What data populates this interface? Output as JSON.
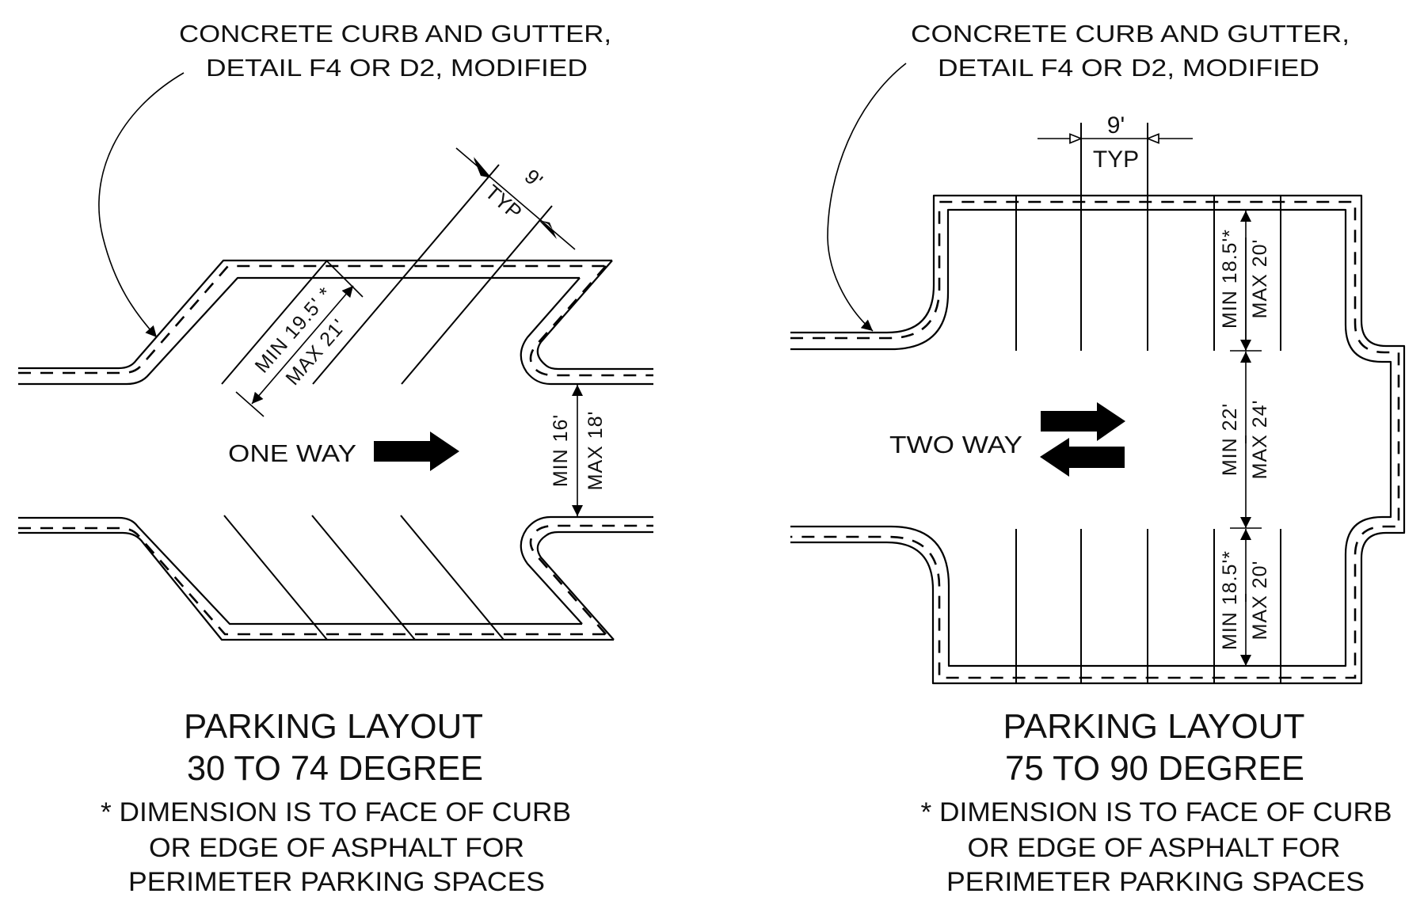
{
  "left_layout": {
    "callout_line1": "CONCRETE CURB AND GUTTER,",
    "callout_line2": "DETAIL F4 OR D2, MODIFIED",
    "stall_width": "9'",
    "stall_width_note": "TYP",
    "stall_depth_min": "MIN 19.5' *",
    "stall_depth_max": "MAX 21'",
    "aisle_min": "MIN 16'",
    "aisle_max": "MAX 18'",
    "traffic_label": "ONE WAY",
    "traffic_icon": "arrow-right-icon",
    "title_line1": "PARKING LAYOUT",
    "title_line2": "30 TO 74 DEGREE",
    "note_line1": "* DIMENSION IS TO FACE OF CURB",
    "note_line2": "OR EDGE OF ASPHALT FOR",
    "note_line3": "PERIMETER PARKING SPACES"
  },
  "right_layout": {
    "callout_line1": "CONCRETE CURB AND GUTTER,",
    "callout_line2": "DETAIL F4 OR D2, MODIFIED",
    "stall_width": "9'",
    "stall_width_note": "TYP",
    "top_stall_min": "MIN 18.5'*",
    "top_stall_max": "MAX 20'",
    "aisle_min": "MIN 22'",
    "aisle_max": "MAX 24'",
    "bottom_stall_min": "MIN 18.5'*",
    "bottom_stall_max": "MAX 20'",
    "traffic_label": "TWO WAY",
    "traffic_icon": "two-way-arrows-icon",
    "title_line1": "PARKING LAYOUT",
    "title_line2": "75 TO 90 DEGREE",
    "note_line1": "* DIMENSION IS TO FACE OF CURB",
    "note_line2": "OR EDGE OF ASPHALT FOR",
    "note_line3": "PERIMETER PARKING SPACES"
  }
}
